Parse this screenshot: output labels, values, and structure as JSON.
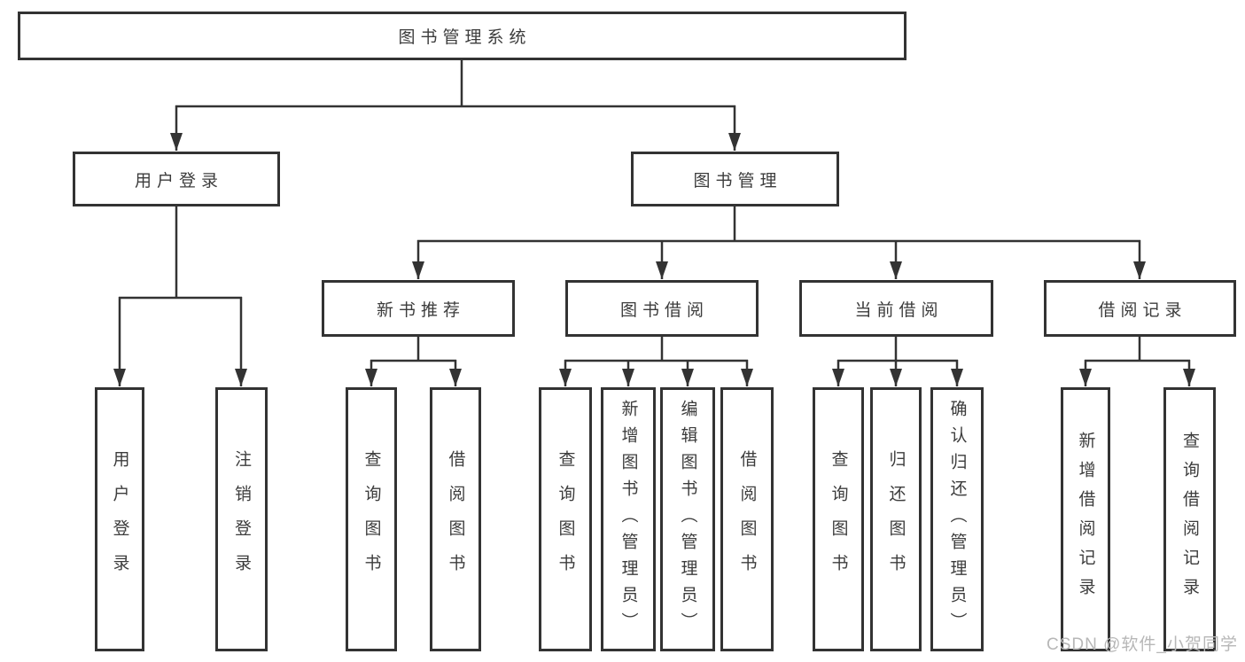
{
  "tree": {
    "root": {
      "label": "图书管理系统"
    },
    "user_login": {
      "label": "用户登录",
      "children": [
        {
          "label": "用户登录"
        },
        {
          "label": "注销登录"
        }
      ]
    },
    "book_management": {
      "label": "图书管理",
      "modules": [
        {
          "label": "新书推荐",
          "children": [
            {
              "label": "查询图书"
            },
            {
              "label": "借阅图书"
            }
          ]
        },
        {
          "label": "图书借阅",
          "children": [
            {
              "label": "查询图书"
            },
            {
              "label": "新增图书（管理员）"
            },
            {
              "label": "编辑图书（管理员）"
            },
            {
              "label": "借阅图书"
            }
          ]
        },
        {
          "label": "当前借阅",
          "children": [
            {
              "label": "查询图书"
            },
            {
              "label": "归还图书"
            },
            {
              "label": "确认归还（管理员）"
            }
          ]
        },
        {
          "label": "借阅记录",
          "children": [
            {
              "label": "新增借阅记录"
            },
            {
              "label": "查询借阅记录"
            }
          ]
        }
      ]
    }
  },
  "watermark": "CSDN @软件_小贺同学",
  "colors": {
    "line": "#333333",
    "text": "#3c3c3c",
    "watermark": "#b7b7b7",
    "background": "#ffffff"
  }
}
